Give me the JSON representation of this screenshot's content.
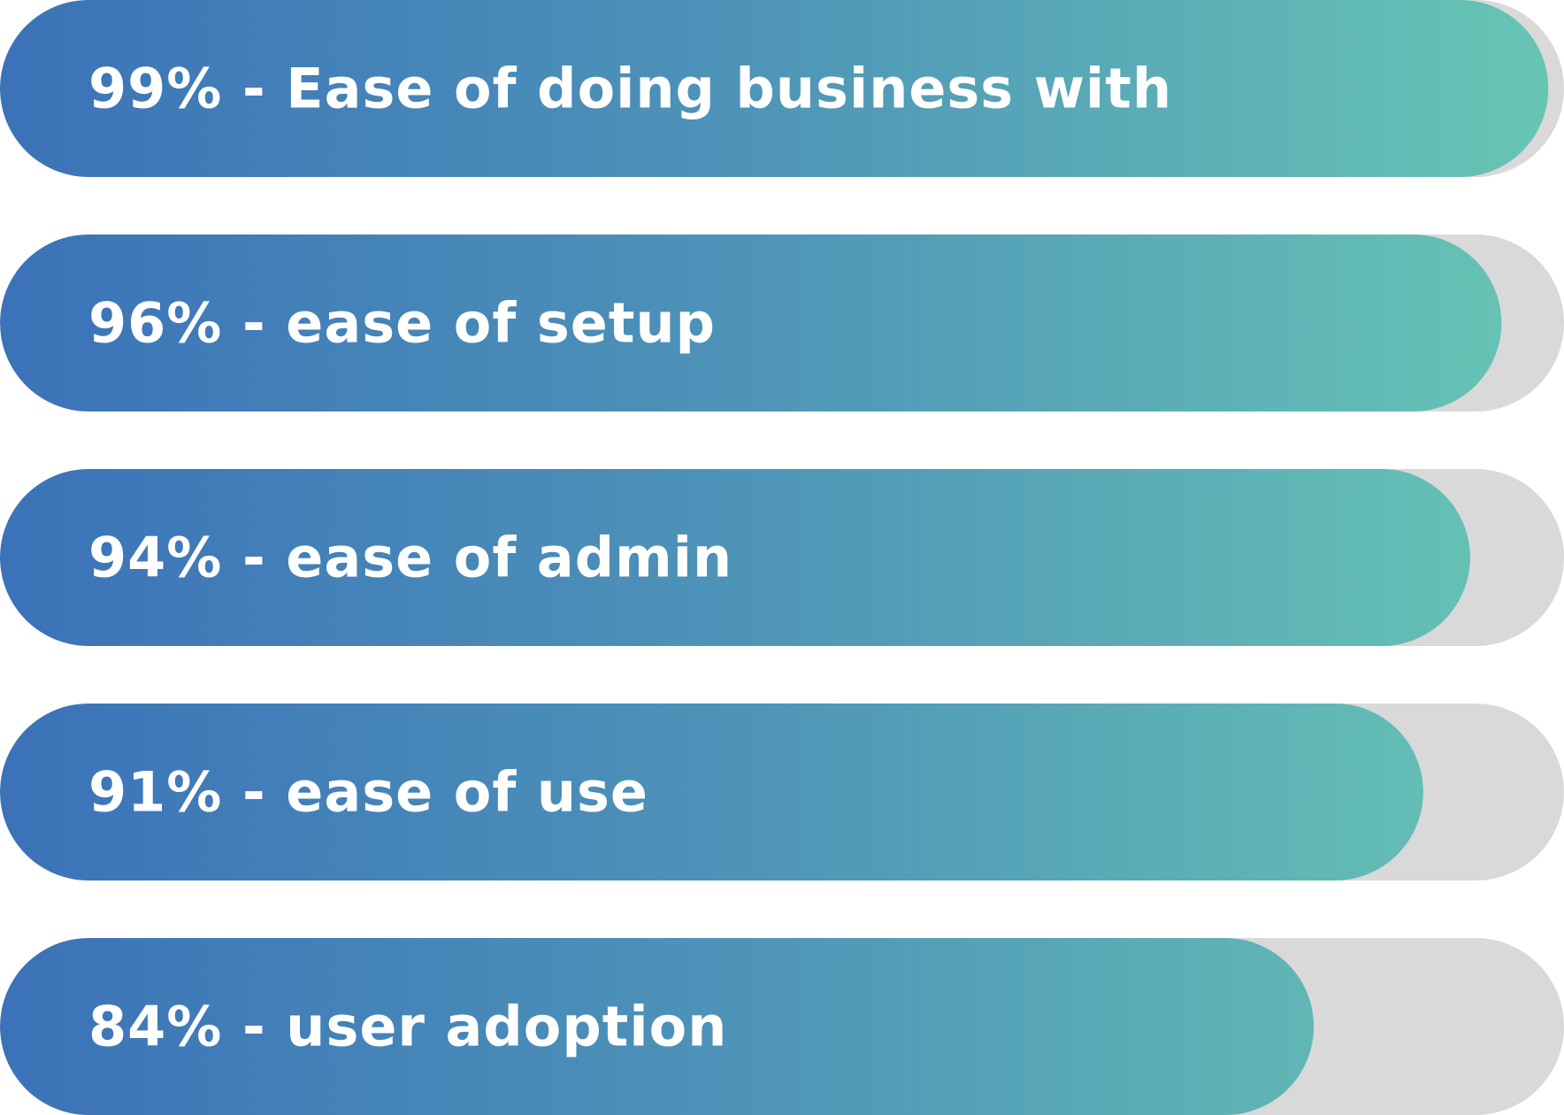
{
  "chart_data": {
    "type": "bar",
    "orientation": "horizontal",
    "xlim": [
      0,
      100
    ],
    "grid": false,
    "legend": "none",
    "labels": [
      "99% - Ease of doing business with",
      "96% - ease of setup",
      "94% - ease of admin",
      "91% - ease of use",
      "84% - user adoption"
    ],
    "values": [
      99,
      96,
      94,
      91,
      84
    ]
  },
  "colors": {
    "gradient_start": "#3b72b8",
    "gradient_mid": "#4f96b8",
    "gradient_end": "#68c6b4",
    "track": "#d9d9d9",
    "label_text": "#ffffff"
  }
}
